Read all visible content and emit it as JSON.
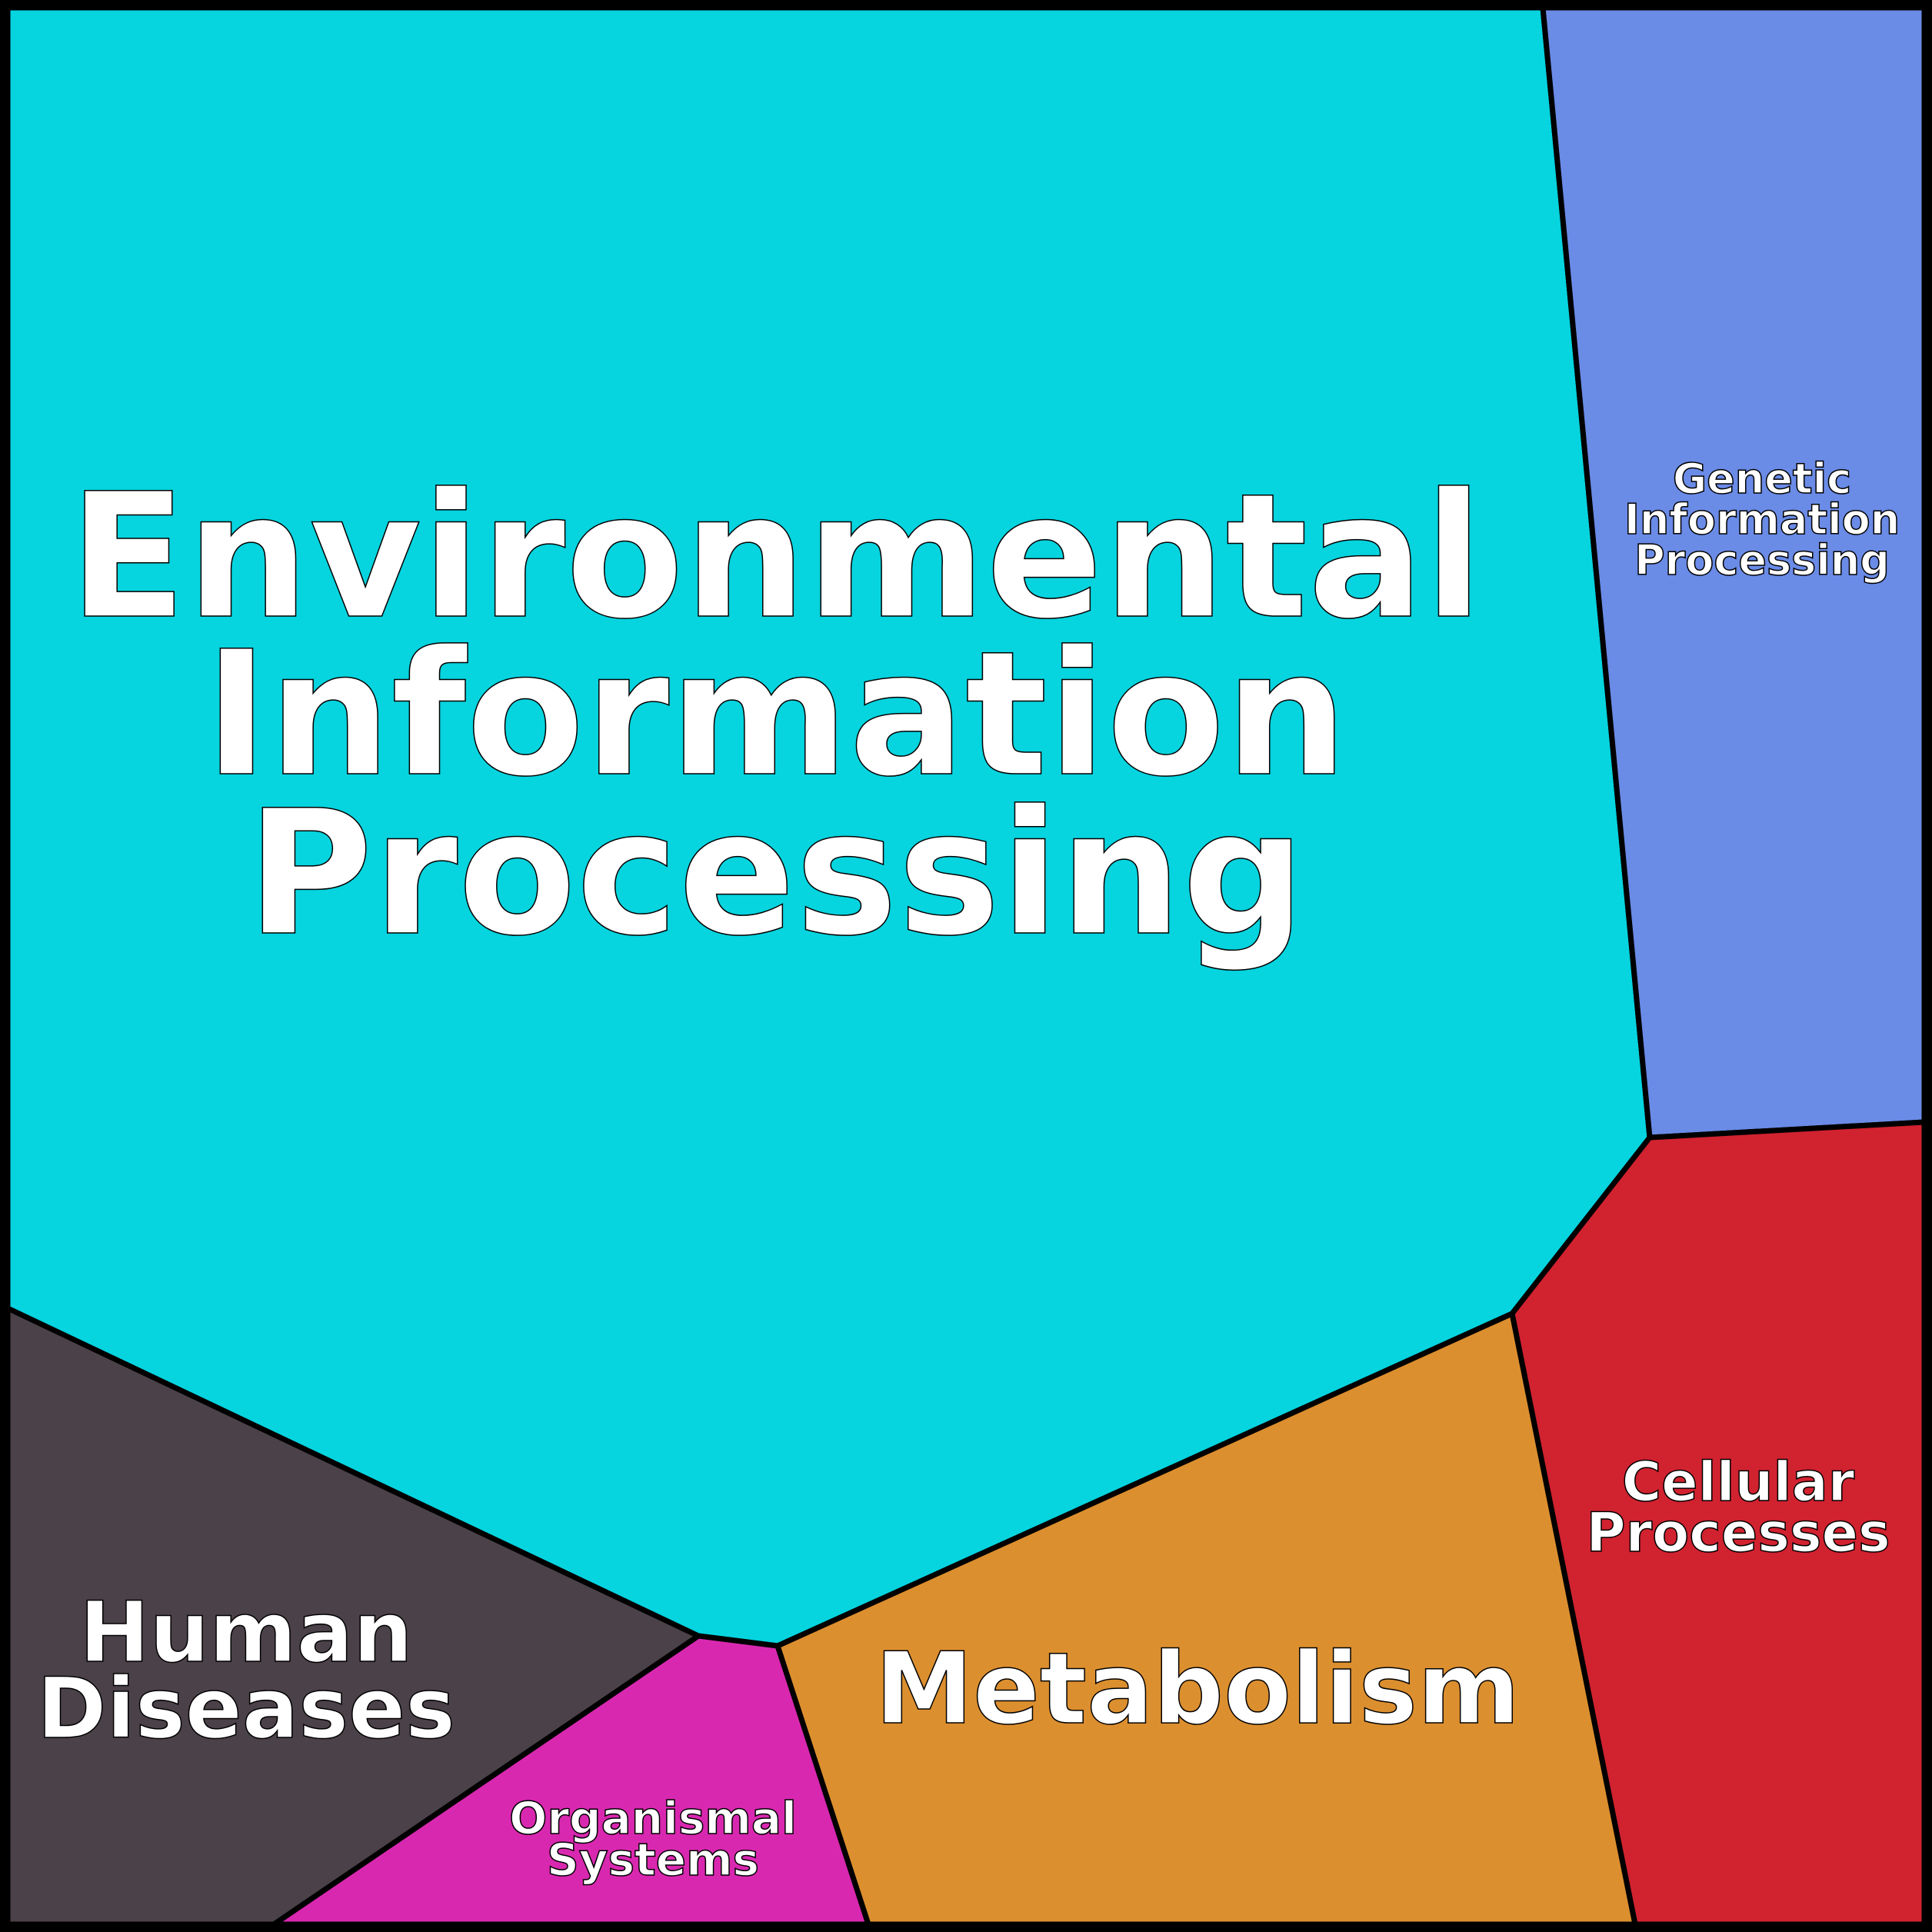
{
  "chart_data": {
    "type": "voronoi-treemap",
    "title": "",
    "cells": [
      {
        "name": "Environmental Information Processing",
        "lines": [
          "Environmental",
          "Information",
          "Processing"
        ],
        "color": "#06d4df"
      },
      {
        "name": "Genetic Information Processing",
        "lines": [
          "Genetic",
          "Information",
          "Processing"
        ],
        "color": "#6a8be6"
      },
      {
        "name": "Cellular Processes",
        "lines": [
          "Cellular",
          "Processes"
        ],
        "color": "#d12230"
      },
      {
        "name": "Metabolism",
        "lines": [
          "Metabolism"
        ],
        "color": "#dc8f2f"
      },
      {
        "name": "Organismal Systems",
        "lines": [
          "Organismal",
          "Systems"
        ],
        "color": "#d928b0"
      },
      {
        "name": "Human Diseases",
        "lines": [
          "Human",
          "Diseases"
        ],
        "color": "#4b4148"
      }
    ]
  }
}
